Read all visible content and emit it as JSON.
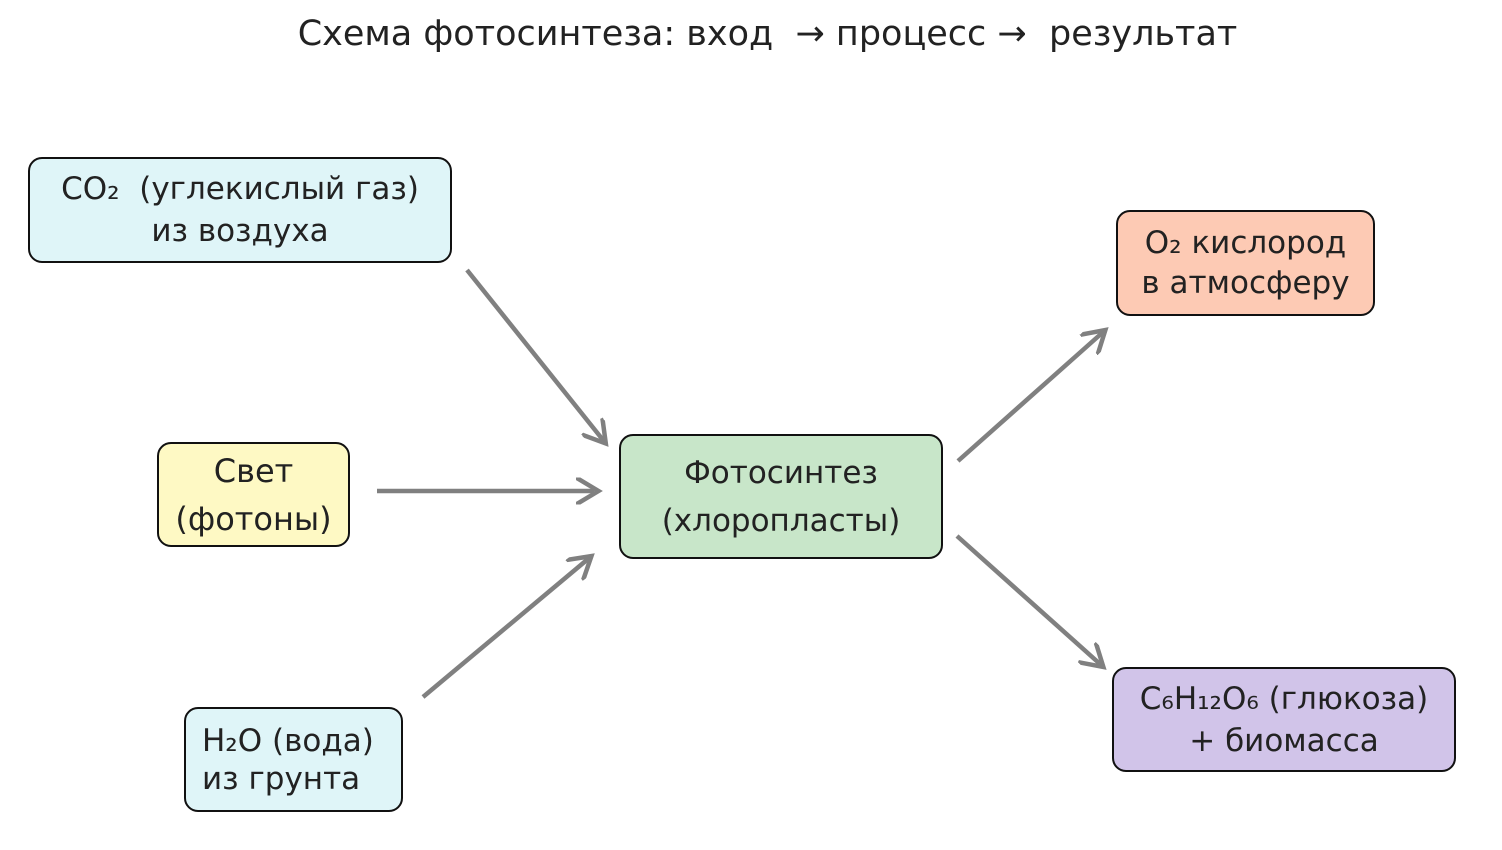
{
  "title": "Схема фотосинтеза: вход  → процесс →  результат",
  "inputs": {
    "co2": {
      "line1": "CO₂  (углекислый газ)",
      "line2": "из воздуха",
      "color": "#dff5f8"
    },
    "light": {
      "line1": "Свет",
      "line2": "(фотоны)",
      "color": "#fef9c4"
    },
    "h2o": {
      "line1": "H₂O (вода)",
      "line2": "из грунта",
      "color": "#dff5f8"
    }
  },
  "process": {
    "line1": "Фотосинтез",
    "line2": "(хлоропласты)",
    "color": "#c8e6c9"
  },
  "outputs": {
    "o2": {
      "line1": "O₂ кислород",
      "line2": "в атмосферу",
      "color": "#fdcab4"
    },
    "glucose": {
      "line1": "C₆H₁₂O₆ (глюкоза)",
      "line2": "+ биомасса",
      "color": "#d1c4e9"
    }
  },
  "arrow_color": "#808080"
}
